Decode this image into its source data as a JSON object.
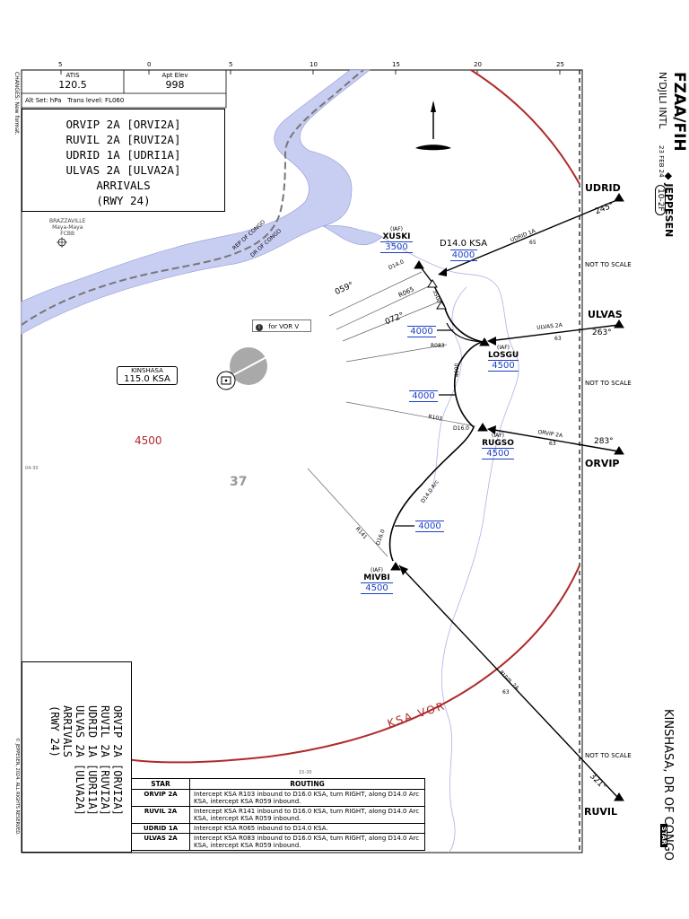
{
  "header": {
    "chart_id": "FZAA/FIH",
    "airport_name": "N'DJILI INTL",
    "date": "23 FEB 24",
    "chart_number": "10-2F",
    "publisher": "JEPPESEN",
    "city": "KINSHASA, DR OF CONGO",
    "chart_type": "STAR",
    "changes": "CHANGES: New format.",
    "copyright": "© JEPPESEN, 2024. ALL RIGHTS RESERVED."
  },
  "info_panel": {
    "atis_label": "ATIS",
    "atis_value": "120.5",
    "elev_label": "Apt Elev",
    "elev_value": "998",
    "altset": "Alt Set: hPa   Trans level: FL060"
  },
  "title_lines": [
    "ORVIP 2A [ORVI2A]",
    "RUVIL 2A [RUVI2A]",
    "UDRID 1A [UDRI1A]",
    "ULVAS 2A [ULVA2A]",
    "ARRIVALS",
    "(RWY 24)"
  ],
  "scale_ticks": [
    "5",
    "0",
    "5",
    "10",
    "15",
    "20",
    "25"
  ],
  "lat_labels": [
    "04-30",
    "15-30"
  ],
  "map": {
    "borders": [
      "REP OF CONGO",
      "DR OF CONGO"
    ],
    "brazzaville": [
      "BRAZZAVILLE",
      "Maya-Maya",
      "FCBB"
    ],
    "vor_name": "KINSHASA",
    "vor_freq": "115.0 KSA",
    "for_vor": "for VOR V",
    "msa_altitude": "4500",
    "grid_mora": "37",
    "arc_label": "KSA VOR",
    "d14_label": "D14.0 KSA",
    "d14_alt": "4000",
    "arc_text": "D14.0 Arc",
    "d14_small": "D14.0",
    "d16_label": "D16.0",
    "leg_alt": "3500",
    "arc_leg_alt": "4000",
    "not_to_scale": "NOT TO SCALE",
    "iaf": "(IAF)",
    "radials": [
      {
        "label": "059°"
      },
      {
        "label": "R065"
      },
      {
        "label": "072°"
      },
      {
        "label": "R083"
      },
      {
        "label": "R103"
      },
      {
        "label": "R141"
      }
    ],
    "fix_labels": [
      {
        "name": "XUSKI",
        "alt": "3500"
      },
      {
        "name": "LOSGU",
        "alt": "4500"
      },
      {
        "name": "RUGSO",
        "alt": "4500"
      },
      {
        "name": "MIVBI",
        "alt": "4500"
      }
    ],
    "mid_alts": [
      "4000",
      "4000",
      "4000"
    ],
    "entries": [
      {
        "name": "UDRID",
        "leg": "UDRID 1A",
        "dist": "65",
        "course": "245°"
      },
      {
        "name": "ULVAS",
        "leg": "ULVAS 2A",
        "dist": "63",
        "course": "263°"
      },
      {
        "name": "ORVIP",
        "leg": "ORVIP 2A",
        "dist": "63",
        "course": "283°"
      },
      {
        "name": "RUVIL",
        "leg": "RUVIL 2A",
        "dist": "63",
        "course": "321°"
      }
    ]
  },
  "routing_table": {
    "col_star": "STAR",
    "col_routing": "ROUTING",
    "rows": [
      {
        "star": "ORVIP 2A",
        "routing": "Intercept KSA R103 inbound to D16.0 KSA, turn RIGHT, along D14.0 Arc KSA, intercept KSA R059 inbound."
      },
      {
        "star": "RUVIL 2A",
        "routing": "Intercept KSA R141 inbound to D16.0 KSA, turn RIGHT, along D14.0 Arc KSA, intercept KSA R059 inbound."
      },
      {
        "star": "UDRID 1A",
        "routing": "Intercept KSA R065 inbound to D14.0 KSA."
      },
      {
        "star": "ULVAS 2A",
        "routing": "Intercept KSA R083 inbound to D16.0 KSA, turn RIGHT, along D14.0 Arc KSA, intercept KSA R059 inbound."
      }
    ]
  },
  "colors": {
    "water": "#c8cdf2",
    "arc_red": "#b02a2a",
    "alt_blue": "#1d3fc4",
    "msa_red": "#b02a2a",
    "vor_gray": "#a9a9a9"
  }
}
